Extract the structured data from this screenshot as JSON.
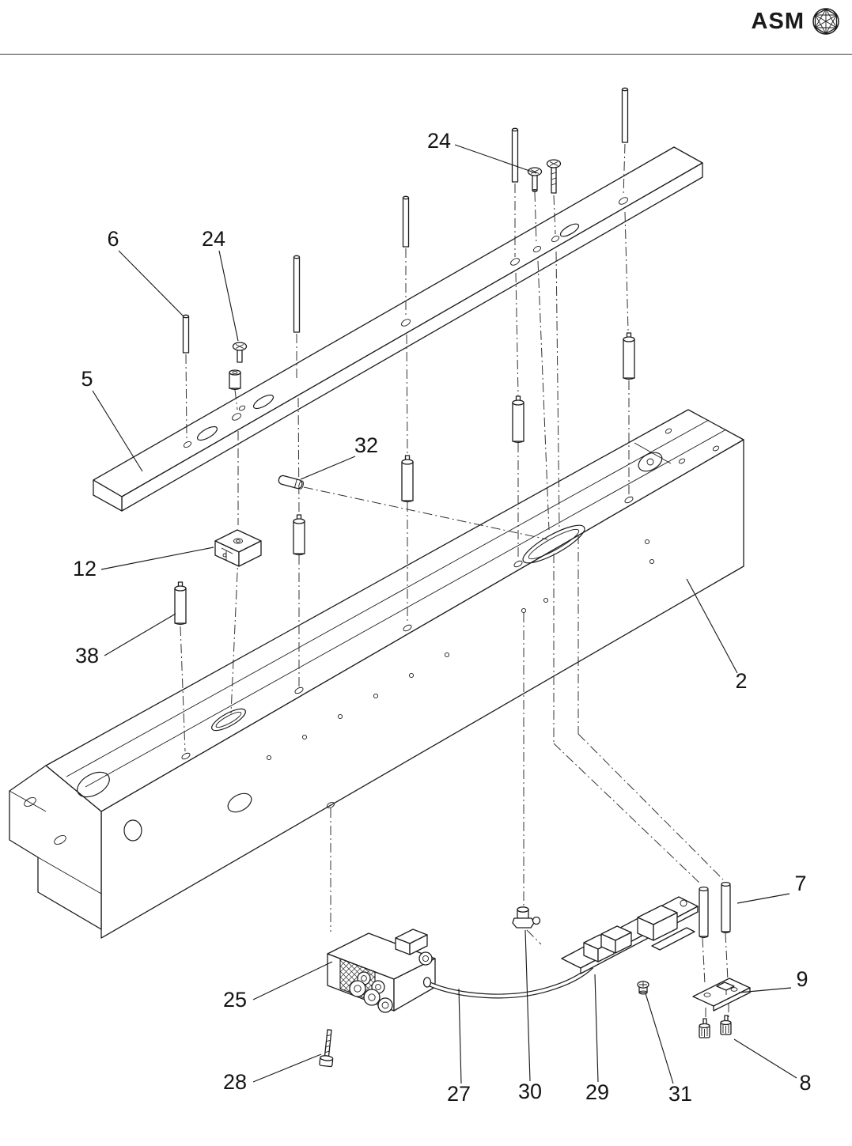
{
  "header": {
    "logo_text": "ASM"
  },
  "figure": {
    "callouts": [
      {
        "label": "24"
      },
      {
        "label": "6"
      },
      {
        "label": "24"
      },
      {
        "label": "5"
      },
      {
        "label": "32"
      },
      {
        "label": "12"
      },
      {
        "label": "38"
      },
      {
        "label": "2"
      },
      {
        "label": "7"
      },
      {
        "label": "9"
      },
      {
        "label": "8"
      },
      {
        "label": "25"
      },
      {
        "label": "28"
      },
      {
        "label": "27"
      },
      {
        "label": "30"
      },
      {
        "label": "29"
      },
      {
        "label": "31"
      }
    ]
  }
}
